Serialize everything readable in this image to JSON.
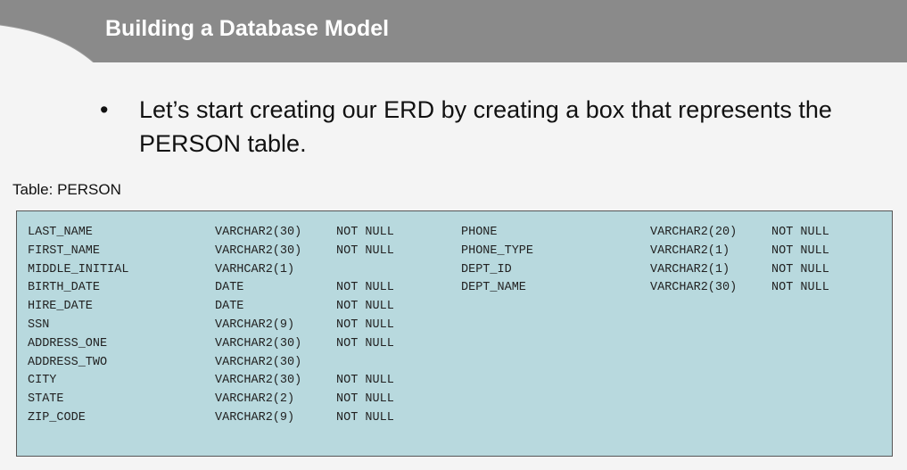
{
  "slide": {
    "title": "Building a Database Model",
    "bullet_marker": "•",
    "bullet_text": "Let’s start creating our ERD by creating a box that represents the PERSON table.",
    "table_caption": "Table: PERSON"
  },
  "person_table": {
    "left_columns": [
      {
        "name": "LAST_NAME",
        "type": "VARCHAR2(30)",
        "constraint": "NOT NULL"
      },
      {
        "name": "FIRST_NAME",
        "type": "VARCHAR2(30)",
        "constraint": "NOT NULL"
      },
      {
        "name": "MIDDLE_INITIAL",
        "type": "VARHCAR2(1)",
        "constraint": ""
      },
      {
        "name": "BIRTH_DATE",
        "type": "DATE",
        "constraint": "NOT NULL"
      },
      {
        "name": "HIRE_DATE",
        "type": "DATE",
        "constraint": "NOT NULL"
      },
      {
        "name": "SSN",
        "type": "VARCHAR2(9)",
        "constraint": "NOT NULL"
      },
      {
        "name": "ADDRESS_ONE",
        "type": "VARCHAR2(30)",
        "constraint": "NOT NULL"
      },
      {
        "name": "ADDRESS_TWO",
        "type": "VARCHAR2(30)",
        "constraint": ""
      },
      {
        "name": "CITY",
        "type": "VARCHAR2(30)",
        "constraint": "NOT NULL"
      },
      {
        "name": "STATE",
        "type": "VARCHAR2(2)",
        "constraint": "NOT NULL"
      },
      {
        "name": "ZIP_CODE",
        "type": "VARCHAR2(9)",
        "constraint": "NOT NULL"
      }
    ],
    "right_columns": [
      {
        "name": "PHONE",
        "type": "VARCHAR2(20)",
        "constraint": "NOT NULL"
      },
      {
        "name": "PHONE_TYPE",
        "type": "VARCHAR2(1)",
        "constraint": "NOT NULL"
      },
      {
        "name": "DEPT_ID",
        "type": "VARCHAR2(1)",
        "constraint": "NOT NULL"
      },
      {
        "name": "DEPT_NAME",
        "type": "VARCHAR2(30)",
        "constraint": "NOT NULL"
      }
    ]
  },
  "colors": {
    "title_bar": "#8a8a8a",
    "table_fill": "#b8d9de",
    "table_border": "#555555"
  }
}
